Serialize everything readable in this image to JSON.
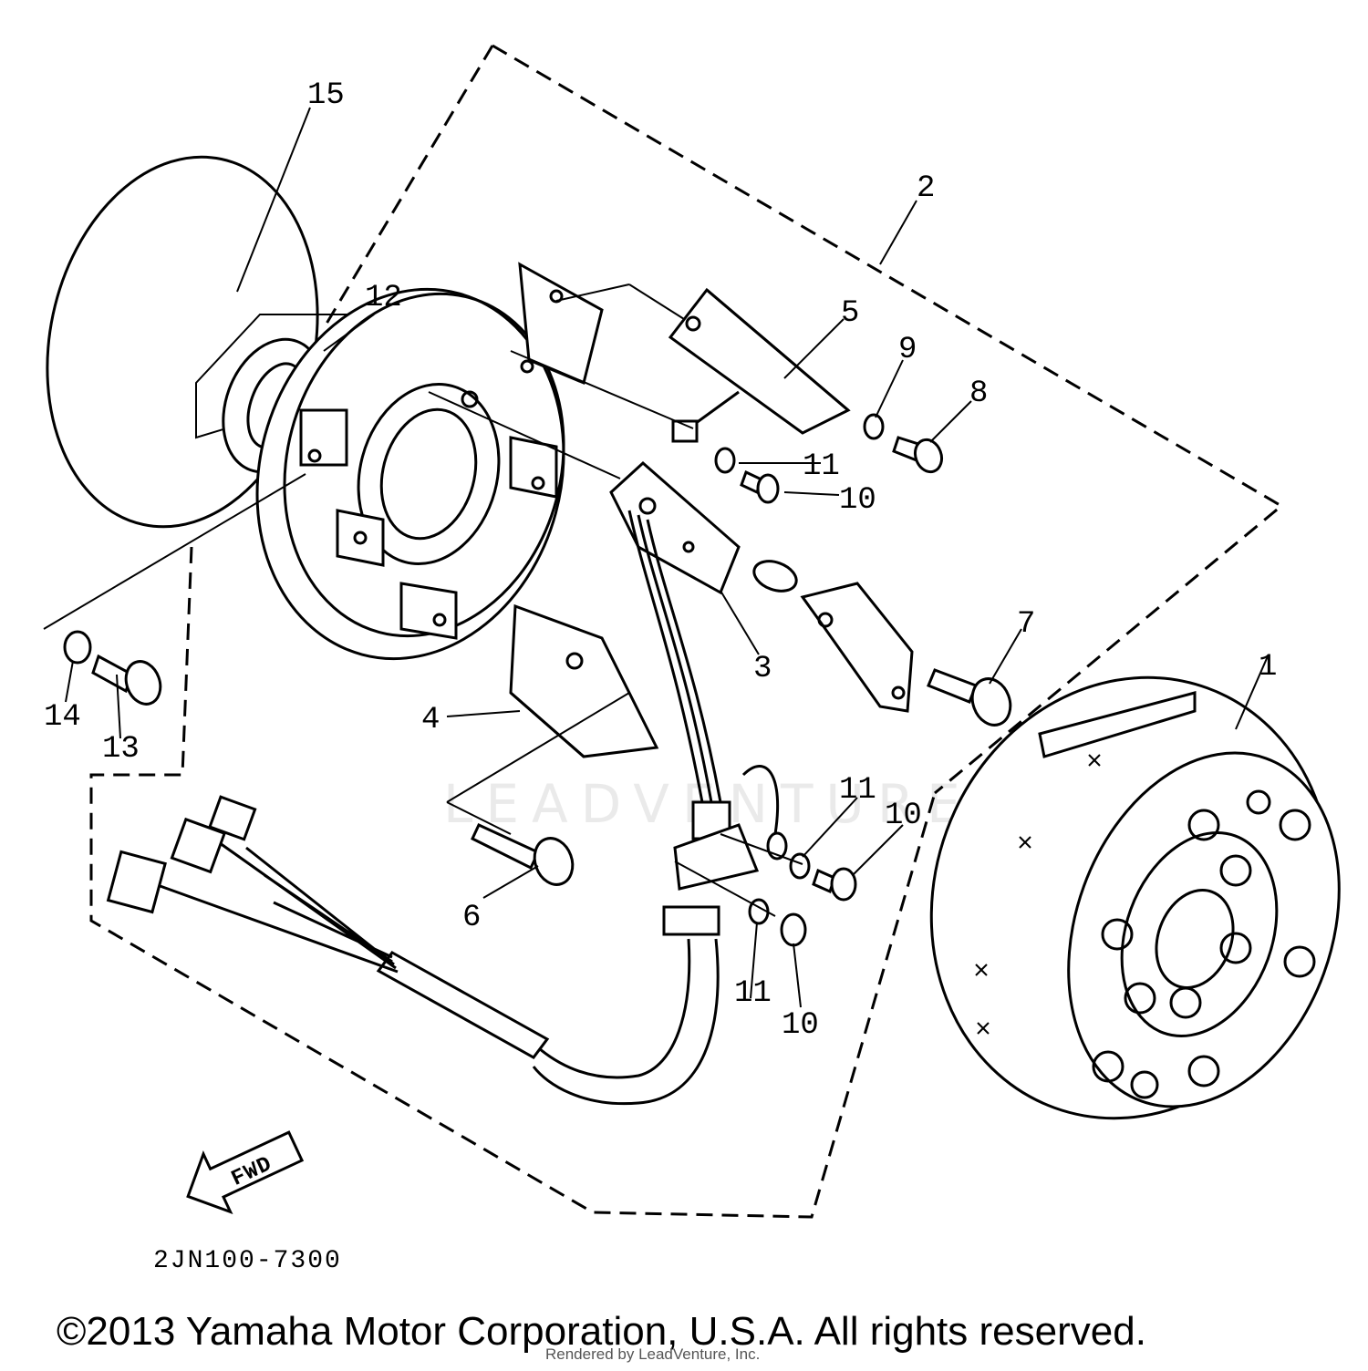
{
  "diagram": {
    "callouts": {
      "c1": "1",
      "c2": "2",
      "c3": "3",
      "c4": "4",
      "c5": "5",
      "c6": "6",
      "c7": "7",
      "c8": "8",
      "c9": "9",
      "c10a": "10",
      "c10b": "10",
      "c10c": "10",
      "c11a": "11",
      "c11b": "11",
      "c11c": "11",
      "c12": "12",
      "c13": "13",
      "c14": "14",
      "c15": "15"
    },
    "fwd_label": "FWD",
    "ref_code": "2JN100-7300"
  },
  "watermark": "LEADVENTURE",
  "footer": {
    "copyright": "©2013 Yamaha Motor Corporation, U.S.A. All rights reserved.",
    "rendered_by": "Rendered by LeadVenture, Inc."
  }
}
